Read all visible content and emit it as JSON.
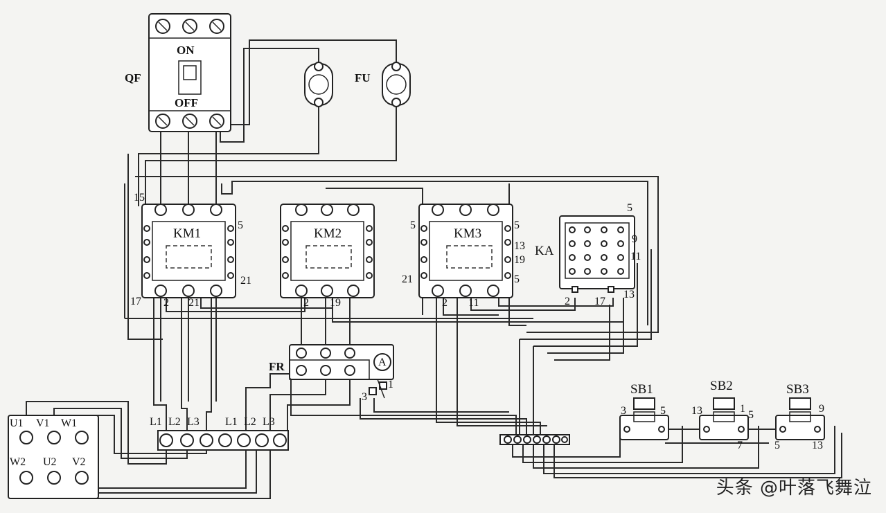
{
  "labels": {
    "qf": "QF",
    "on": "ON",
    "off": "OFF",
    "fu": "FU",
    "km1": "KM1",
    "km2": "KM2",
    "km3": "KM3",
    "ka": "KA",
    "fr": "FR",
    "ammeter": "A",
    "sb1": "SB1",
    "sb2": "SB2",
    "sb3": "SB3"
  },
  "motor_terminals": [
    "U1",
    "V1",
    "W1",
    "W2",
    "U2",
    "V2"
  ],
  "terminal_block_labels": [
    "L1",
    "L2",
    "L3",
    "L1",
    "L2",
    "L3"
  ],
  "wire_numbers": {
    "km1_15": "15",
    "km1_5": "5",
    "km1_21": "21",
    "km1_17": "17",
    "km1_2": "2",
    "km1_21b": "21",
    "km2_2": "2",
    "km2_19": "19",
    "km3_5a": "5",
    "km3_5b": "5",
    "km3_13": "13",
    "km3_19": "19",
    "km3_5c": "5",
    "km3_21": "21",
    "km3_2": "2",
    "km3_11": "11",
    "ka_5": "5",
    "ka_9": "9",
    "ka_11": "11",
    "ka_2": "2",
    "ka_17": "17",
    "ka_13": "13",
    "fr_3": "3",
    "fr_1": "1",
    "sb1_3": "3",
    "sb1_5": "5",
    "sb2_13": "13",
    "sb2_1": "1",
    "sb2_5": "5",
    "sb2_7": "7",
    "sb3_9": "9",
    "sb3_5": "5",
    "sb3_13": "13"
  },
  "watermark": "头条 @叶落飞舞泣"
}
